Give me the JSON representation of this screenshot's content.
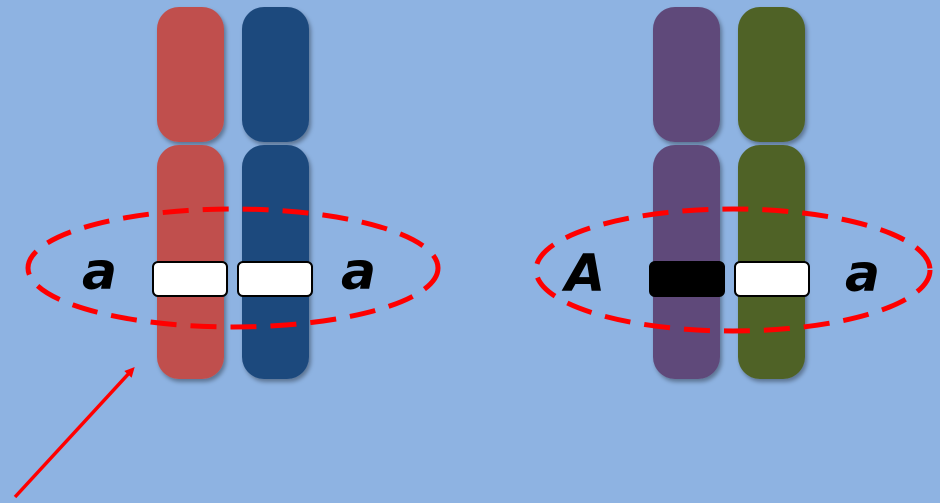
{
  "colors": {
    "background": "#8eb3e2",
    "highlight_ellipse": "#ff0000",
    "arrow": "#ff0000",
    "recessive_band": "#ffffff",
    "dominant_band": "#000000"
  },
  "pairs": [
    {
      "left_label": "a",
      "right_label": "a",
      "chromosome_colors": [
        "#c0504d",
        "#1f497d"
      ],
      "bands": [
        "recessive",
        "recessive"
      ]
    },
    {
      "left_label": "A",
      "right_label": "a",
      "chromosome_colors": [
        "#5f497a",
        "#4f6228"
      ],
      "bands": [
        "dominant",
        "recessive"
      ]
    }
  ]
}
